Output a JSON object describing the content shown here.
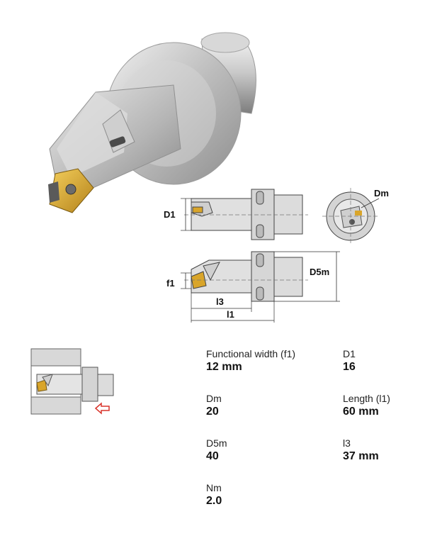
{
  "drawing_labels": {
    "d1": "D1",
    "dm": "Dm",
    "f1": "f1",
    "d5m": "D5m",
    "l3": "l3",
    "l1": "l1"
  },
  "specs": [
    {
      "label": "Functional width (f1)",
      "value": "12 mm"
    },
    {
      "label": "D1",
      "value": "16"
    },
    {
      "label": "Dm",
      "value": "20"
    },
    {
      "label": "Length (l1)",
      "value": "60 mm"
    },
    {
      "label": "D5m",
      "value": "40"
    },
    {
      "label": "l3",
      "value": "37 mm"
    },
    {
      "label": "Nm",
      "value": "2.0"
    }
  ],
  "colors": {
    "steel_light": "#e6e6e6",
    "steel_mid": "#bdbdbd",
    "steel_dark": "#8a8a8a",
    "insert_gold": "#d9a52a",
    "arrow_red": "#d9342b"
  },
  "icons": {
    "feed_arrow": "arrow-left-outline-icon"
  }
}
